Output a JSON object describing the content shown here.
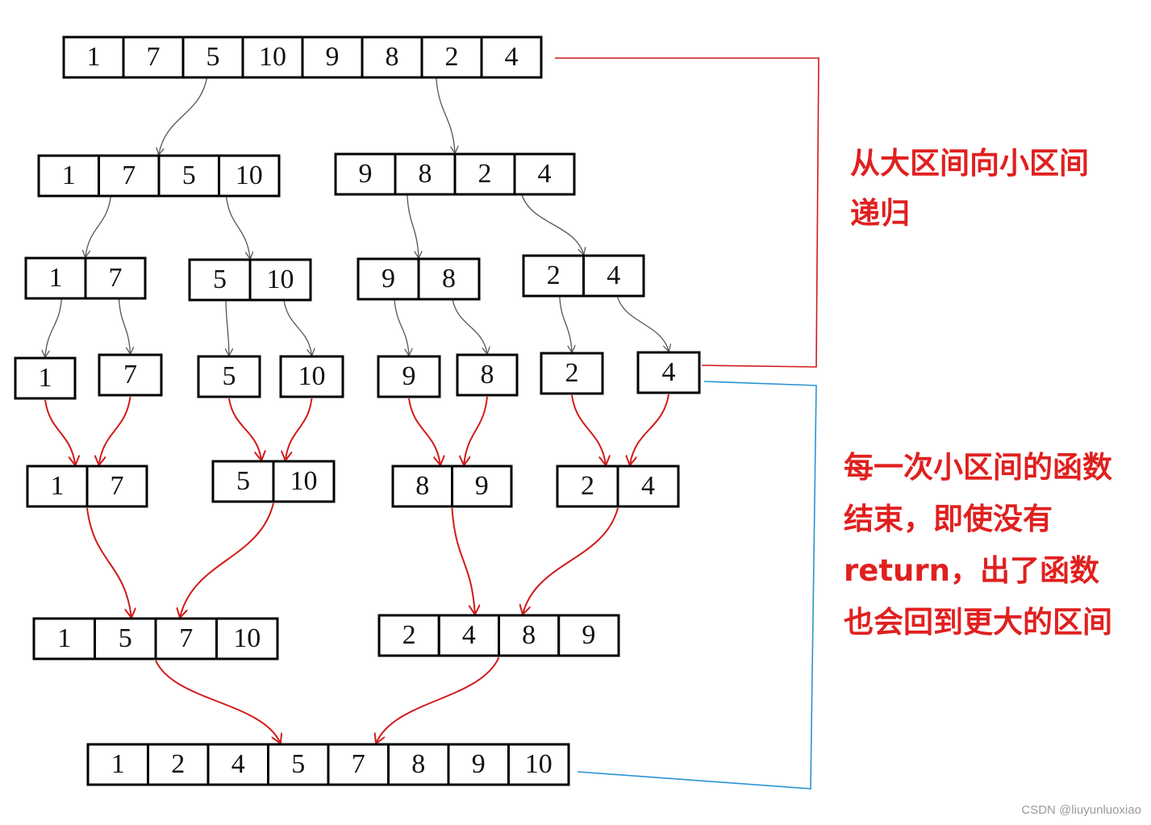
{
  "diagram": {
    "arrays": [
      {
        "id": "root",
        "values": [
          "1",
          "7",
          "5",
          "10",
          "9",
          "8",
          "2",
          "4"
        ]
      },
      {
        "id": "l1-left",
        "values": [
          "1",
          "7",
          "5",
          "10"
        ]
      },
      {
        "id": "l1-right",
        "values": [
          "9",
          "8",
          "2",
          "4"
        ]
      },
      {
        "id": "l2-a",
        "values": [
          "1",
          "7"
        ]
      },
      {
        "id": "l2-b",
        "values": [
          "5",
          "10"
        ]
      },
      {
        "id": "l2-c",
        "values": [
          "9",
          "8"
        ]
      },
      {
        "id": "l2-d",
        "values": [
          "2",
          "4"
        ]
      },
      {
        "id": "leaf-1",
        "values": [
          "1"
        ]
      },
      {
        "id": "leaf-7",
        "values": [
          "7"
        ]
      },
      {
        "id": "leaf-5",
        "values": [
          "5"
        ]
      },
      {
        "id": "leaf-10",
        "values": [
          "10"
        ]
      },
      {
        "id": "leaf-9",
        "values": [
          "9"
        ]
      },
      {
        "id": "leaf-8",
        "values": [
          "8"
        ]
      },
      {
        "id": "leaf-2",
        "values": [
          "2"
        ]
      },
      {
        "id": "leaf-4",
        "values": [
          "4"
        ]
      },
      {
        "id": "m1-a",
        "values": [
          "1",
          "7"
        ]
      },
      {
        "id": "m1-b",
        "values": [
          "5",
          "10"
        ]
      },
      {
        "id": "m1-c",
        "values": [
          "8",
          "9"
        ]
      },
      {
        "id": "m1-d",
        "values": [
          "2",
          "4"
        ]
      },
      {
        "id": "m2-left",
        "values": [
          "1",
          "5",
          "7",
          "10"
        ]
      },
      {
        "id": "m2-right",
        "values": [
          "2",
          "4",
          "8",
          "9"
        ]
      },
      {
        "id": "final",
        "values": [
          "1",
          "2",
          "4",
          "5",
          "7",
          "8",
          "9",
          "10"
        ]
      }
    ],
    "split_edges": [
      [
        "root",
        "l1-left"
      ],
      [
        "root",
        "l1-right"
      ],
      [
        "l1-left",
        "l2-a"
      ],
      [
        "l1-left",
        "l2-b"
      ],
      [
        "l1-right",
        "l2-c"
      ],
      [
        "l1-right",
        "l2-d"
      ],
      [
        "l2-a",
        "leaf-1"
      ],
      [
        "l2-a",
        "leaf-7"
      ],
      [
        "l2-b",
        "leaf-5"
      ],
      [
        "l2-b",
        "leaf-10"
      ],
      [
        "l2-c",
        "leaf-9"
      ],
      [
        "l2-c",
        "leaf-8"
      ],
      [
        "l2-d",
        "leaf-2"
      ],
      [
        "l2-d",
        "leaf-4"
      ]
    ],
    "merge_edges": [
      [
        "leaf-1",
        "m1-a"
      ],
      [
        "leaf-7",
        "m1-a"
      ],
      [
        "leaf-5",
        "m1-b"
      ],
      [
        "leaf-10",
        "m1-b"
      ],
      [
        "leaf-9",
        "m1-c"
      ],
      [
        "leaf-8",
        "m1-c"
      ],
      [
        "leaf-2",
        "m1-d"
      ],
      [
        "leaf-4",
        "m1-d"
      ],
      [
        "m1-a",
        "m2-left"
      ],
      [
        "m1-b",
        "m2-left"
      ],
      [
        "m1-c",
        "m2-right"
      ],
      [
        "m1-d",
        "m2-right"
      ],
      [
        "m2-left",
        "final"
      ],
      [
        "m2-right",
        "final"
      ]
    ],
    "colors": {
      "cell_border": "#000000",
      "split_arrow": "#555555",
      "merge_arrow": "#d11a1a",
      "recursion_bracket": "#d11a1a",
      "return_bracket": "#2a93d5",
      "annotation_text": "#e0201f"
    }
  },
  "annotations": {
    "recursion_lines": [
      "从大区间向小区间",
      "递归"
    ],
    "return_lines": [
      "每一次小区间的函数",
      "结束，即使没有",
      "return，出了函数",
      "也会回到更大的区间"
    ]
  },
  "watermark": "CSDN @liuyunluoxiao"
}
